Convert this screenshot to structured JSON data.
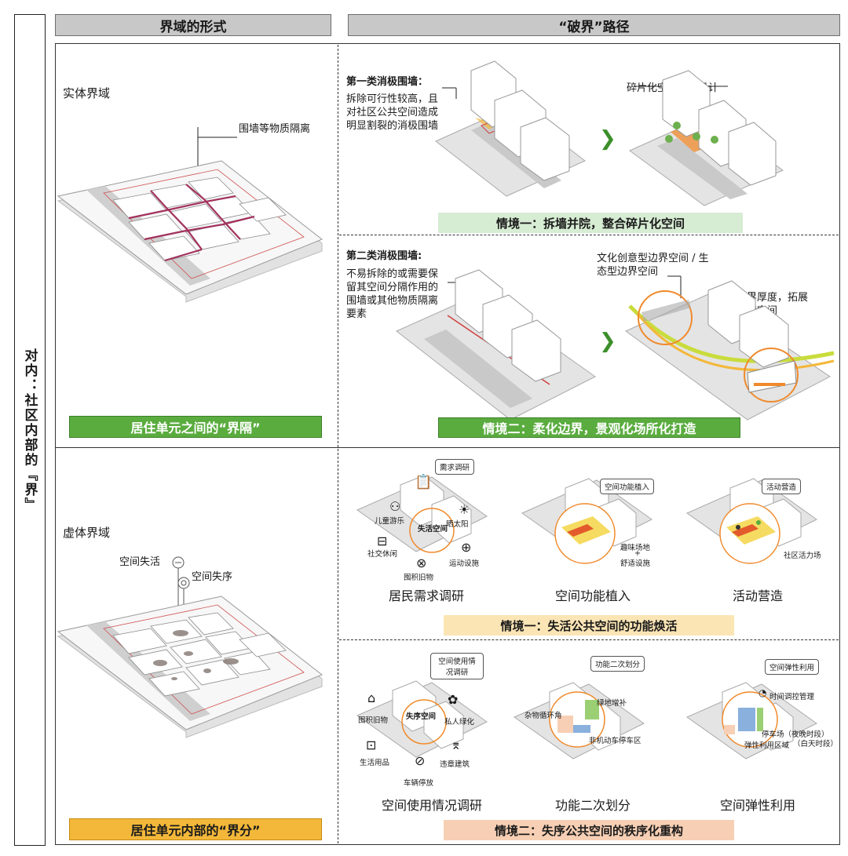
{
  "side_label": "对内：社区内部的『界』",
  "headers": {
    "left": "界域的形式",
    "right": "“破界”路径"
  },
  "top_left": {
    "title": "实体界域",
    "callout": "围墙等物质隔离",
    "banner": "居住单元之间的“界隔”"
  },
  "bottom_left": {
    "title": "虚体界域",
    "callout_a": "空间失活",
    "callout_b": "空间失序",
    "banner": "居住单元内部的“界分”"
  },
  "wall1": {
    "heading": "第一类消极围墙：",
    "desc": "拆除可行性较高，且对社区公共空间造成明显割裂的消极围墙",
    "callout": "碎片化空间整合设计",
    "banner": "情境一：拆墙并院，整合碎片化空间"
  },
  "wall2": {
    "heading": "第二类消极围墙:",
    "desc": "不易拆除的或需要保留其空间分隔作用的围墙或其他物质隔离要素",
    "callout_a": "文化创意型边界空间 / 生态型边界空间",
    "callout_b": "增加边界厚度，拓展社区口袋空间",
    "banner": "情境二：柔化边界，景观化场所化打造"
  },
  "inactive": {
    "bubble1": "需求调研",
    "icons": [
      "儿童游乐",
      "晒太阳",
      "社交休闲",
      "运动设施",
      "囤积旧物",
      "失活空间"
    ],
    "bubble2": "空间功能植入",
    "labels2": [
      "趣味场地",
      "+",
      "舒适设施"
    ],
    "bubble3": "活动营造",
    "label3": "社区活力场",
    "captions": [
      "居民需求调研",
      "空间功能植入",
      "活动营造"
    ],
    "banner": "情境一：失活公共空间的功能焕活"
  },
  "disorder": {
    "bubble1": "空间使用情况调研",
    "icons": [
      "囤积旧物",
      "私人绿化",
      "生活用品",
      "违章建筑",
      "车辆停放",
      "失序空间"
    ],
    "bubble2": "功能二次划分",
    "labels2": [
      "绿地增补",
      "杂物循环角",
      "非机动车停车区"
    ],
    "bubble3": "空间弹性利用",
    "labels3": [
      "时间调控管理",
      "停车场（夜晚时段）",
      "（白天时段）",
      "弹性利用区域"
    ],
    "captions": [
      "空间使用情况调研",
      "功能二次划分",
      "空间弹性利用"
    ],
    "banner": "情境二：失序公共空间的秩序化重构"
  },
  "colors": {
    "green": "#5aac3f",
    "orange": "#f3b83a",
    "light_green": "#d6ecd3",
    "light_orange": "#fbe5b5",
    "peach": "#f7cfb4",
    "red": "#c8323b",
    "accent_orange": "#f08a2c"
  }
}
